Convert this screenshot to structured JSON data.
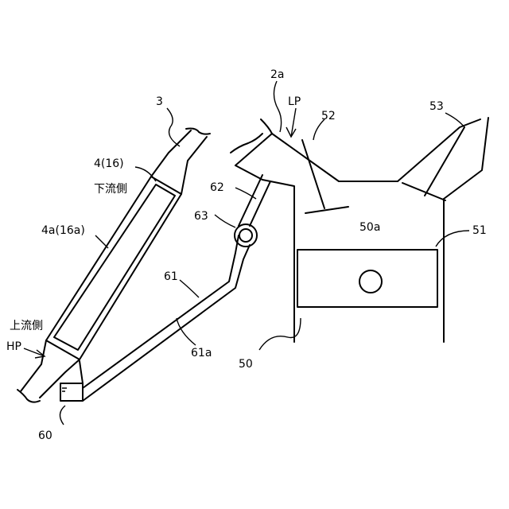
{
  "labels": {
    "pipe_3": "3",
    "catalyst_4": "4(16)",
    "downstream_side": "下流側",
    "catalyst_body": "4a(16a)",
    "upstream_side": "上流側",
    "hp": "HP",
    "tank_60": "60",
    "line_61": "61",
    "line_61a": "61a",
    "valve_62": "62",
    "pump_63": "63",
    "intake_2a": "2a",
    "lp": "LP",
    "valve_52": "52",
    "valve_53": "53",
    "chamber_50a": "50a",
    "piston_51": "51",
    "cylinder_50": "50"
  }
}
